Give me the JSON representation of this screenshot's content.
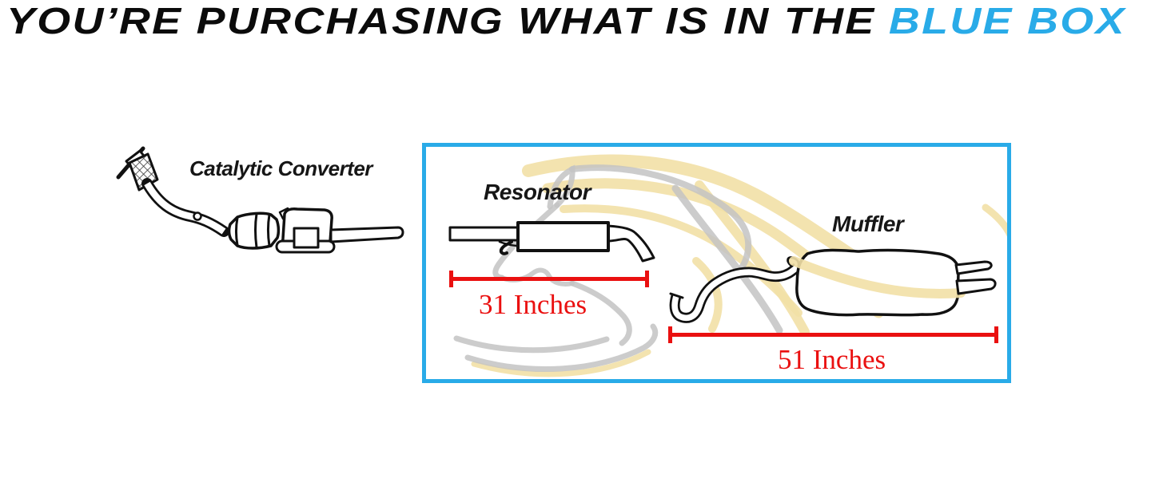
{
  "colors": {
    "accent_blue": "#29abe8",
    "dimension_red": "#ea1010",
    "line_ink": "#111111",
    "watermark_gray": "#c3c3c3",
    "watermark_gold": "#f2e0a6"
  },
  "header": {
    "prefix": "YOU’RE PURCHASING WHAT IS IN THE",
    "highlight": "BLUE BOX"
  },
  "catalytic_converter": {
    "label": "Catalytic Converter"
  },
  "blue_box": {
    "resonator": {
      "label": "Resonator",
      "length": "31 Inches"
    },
    "muffler": {
      "label": "Muffler",
      "length": "51 Inches"
    }
  }
}
